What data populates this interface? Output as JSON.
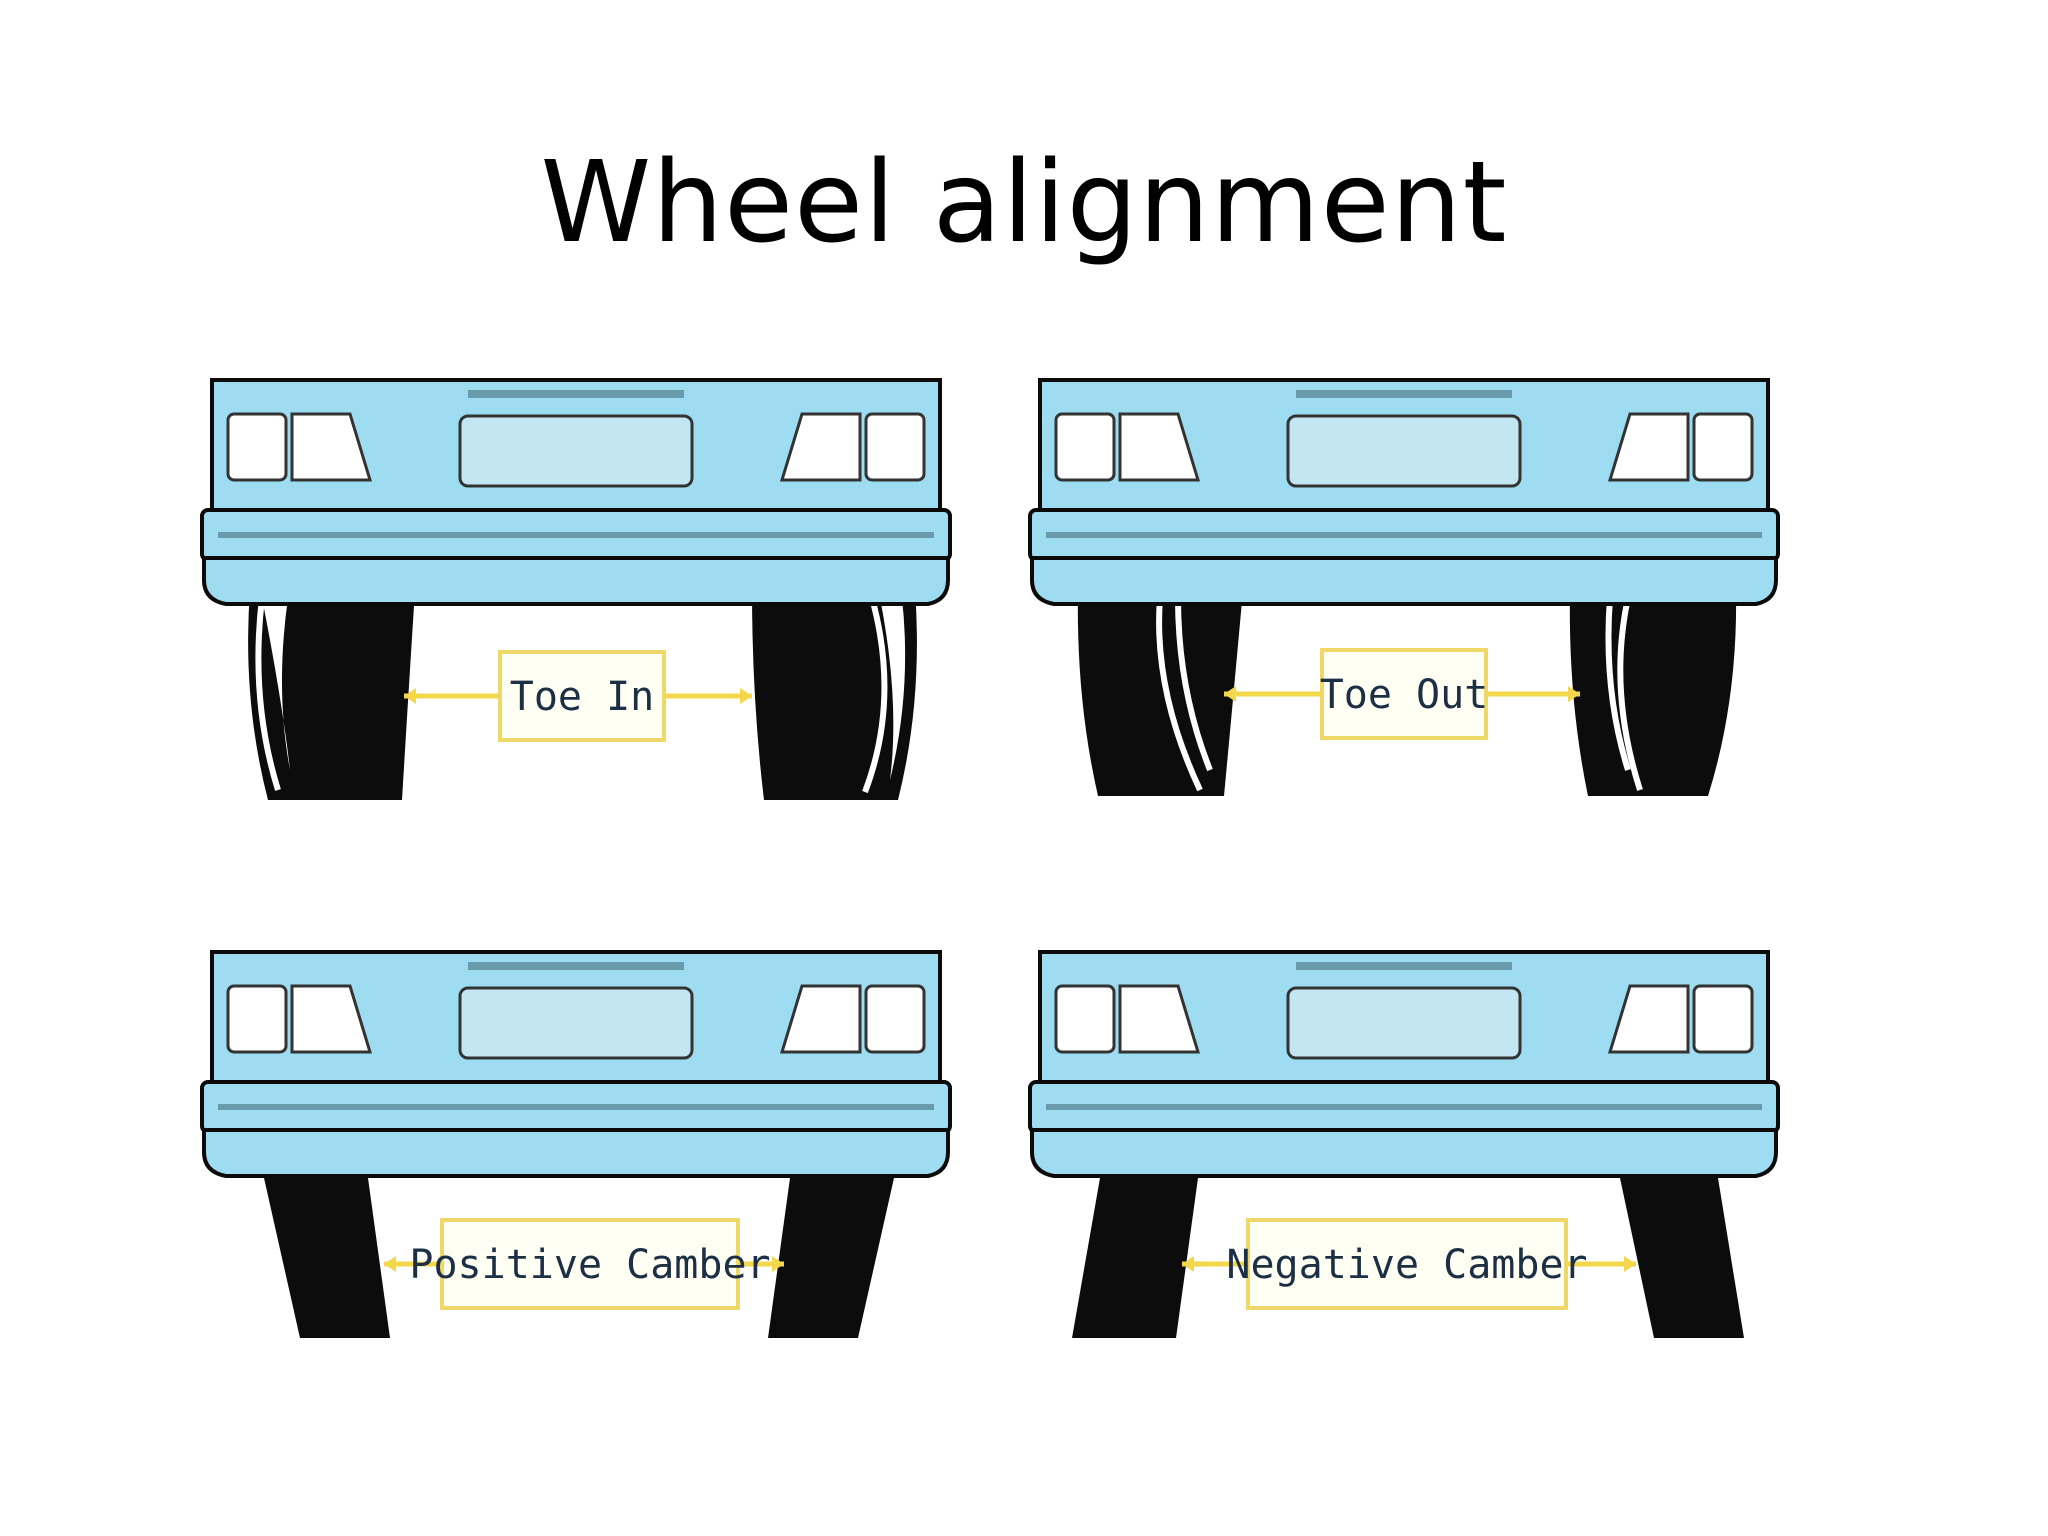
{
  "title": "Wheel alignment",
  "colors": {
    "body": "#9ddcf1",
    "grille": "#c3e6f2",
    "trim": "#6a9bac",
    "outline": "#0b0b0b",
    "tire": "#0c0c0c",
    "callout_border": "#f0d868",
    "callout_fill": "#fffff4",
    "arrow": "#f2d84a"
  },
  "panels": [
    {
      "label": "Toe In",
      "type": "toe-in"
    },
    {
      "label": "Toe Out",
      "type": "toe-out"
    },
    {
      "label": "Positive Camber",
      "type": "positive-camber"
    },
    {
      "label": "Negative Camber",
      "type": "negative-camber"
    }
  ]
}
